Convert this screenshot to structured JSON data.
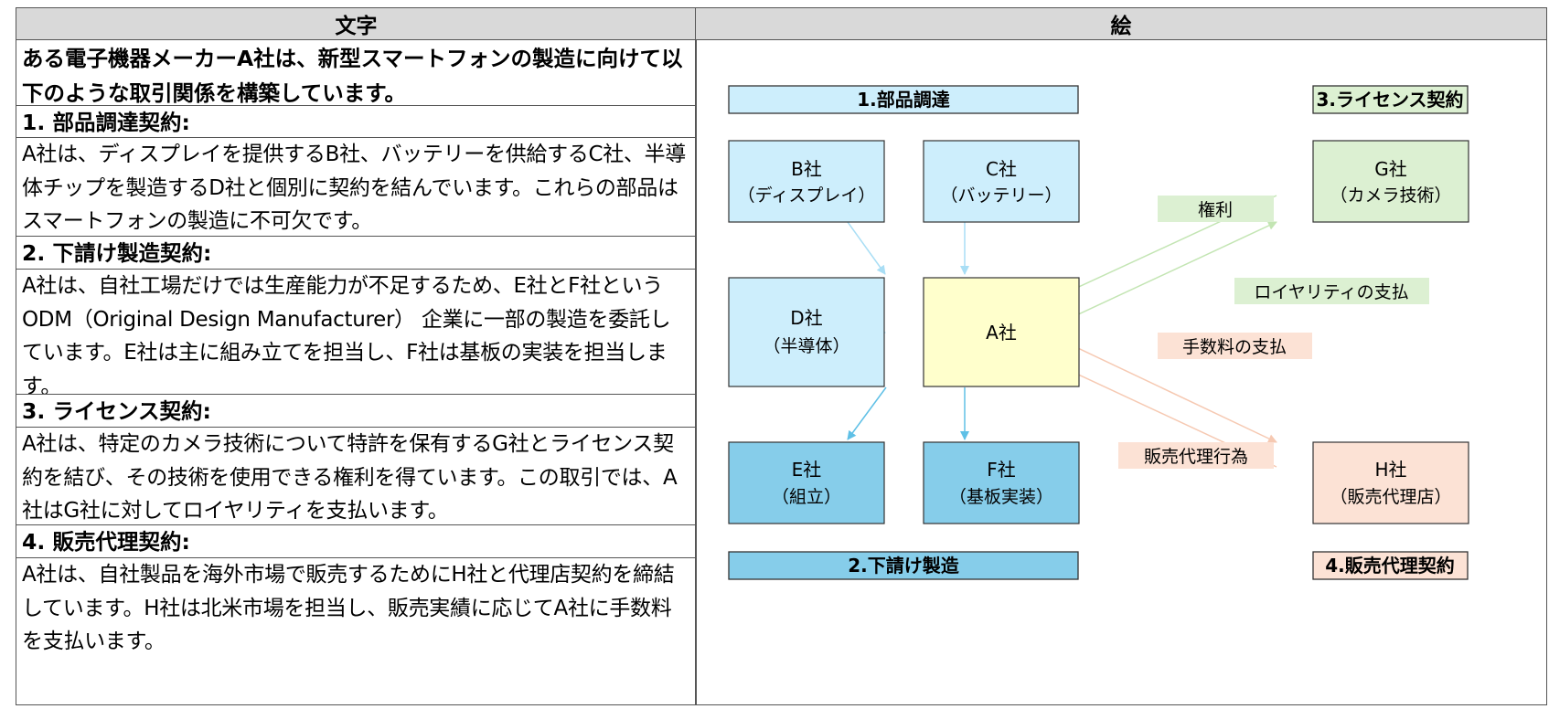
{
  "header": {
    "left": "文字",
    "right": "絵"
  },
  "text": {
    "intro": "ある電子機器メーカーA社は、新型スマートフォンの製造に向けて以下のような取引関係を構築しています。",
    "sections": [
      {
        "heading": "1. 部品調達契約:",
        "body": "A社は、ディスプレイを提供するB社、バッテリーを供給するC社、半導体チップを製造するD社と個別に契約を結んでいます。これらの部品はスマートフォンの製造に不可欠です。"
      },
      {
        "heading": "2. 下請け製造契約:",
        "body": "A社は、自社工場だけでは生産能力が不足するため、E社とF社というODM（Original Design Manufacturer） 企業に一部の製造を委託しています。E社は主に組み立てを担当し、F社は基板の実装を担当します。"
      },
      {
        "heading": "3. ライセンス契約:",
        "body": "A社は、特定のカメラ技術について特許を保有するG社とライセンス契約を結び、その技術を使用できる権利を得ています。この取引では、A社はG社に対してロイヤリティを支払います。"
      },
      {
        "heading": "4. 販売代理契約:",
        "body": "A社は、自社製品を海外市場で販売するためにH社と代理店契約を締結しています。H社は北米市場を担当し、販売実績に応じてA社に手数料を支払います。"
      }
    ]
  },
  "diagram": {
    "category_labels": {
      "procurement": "1.部品調達",
      "subcontract": "2.下請け製造",
      "license": "3.ライセンス契約",
      "sales": "4.販売代理契約"
    },
    "nodes": {
      "b": {
        "line1": "B社",
        "line2": "（ディスプレイ）"
      },
      "c": {
        "line1": "C社",
        "line2": "（バッテリー）"
      },
      "d": {
        "line1": "D社",
        "line2": "（半導体）"
      },
      "a": {
        "line1": "A社"
      },
      "e": {
        "line1": "E社",
        "line2": "（組立）"
      },
      "f": {
        "line1": "F社",
        "line2": "（基板実装）"
      },
      "g": {
        "line1": "G社",
        "line2": "（カメラ技術）"
      },
      "h": {
        "line1": "H社",
        "line2": "（販売代理店）"
      }
    },
    "edge_labels": {
      "rights": "権利",
      "royalty": "ロイヤリティの支払",
      "commission": "手数料の支払",
      "sales_agency": "販売代理行為"
    },
    "colors": {
      "procurement": "#cdeefc",
      "subcontract": "#86cdea",
      "center": "#ffffcc",
      "license": "#dcf0d2",
      "sales": "#fce2d5"
    }
  }
}
